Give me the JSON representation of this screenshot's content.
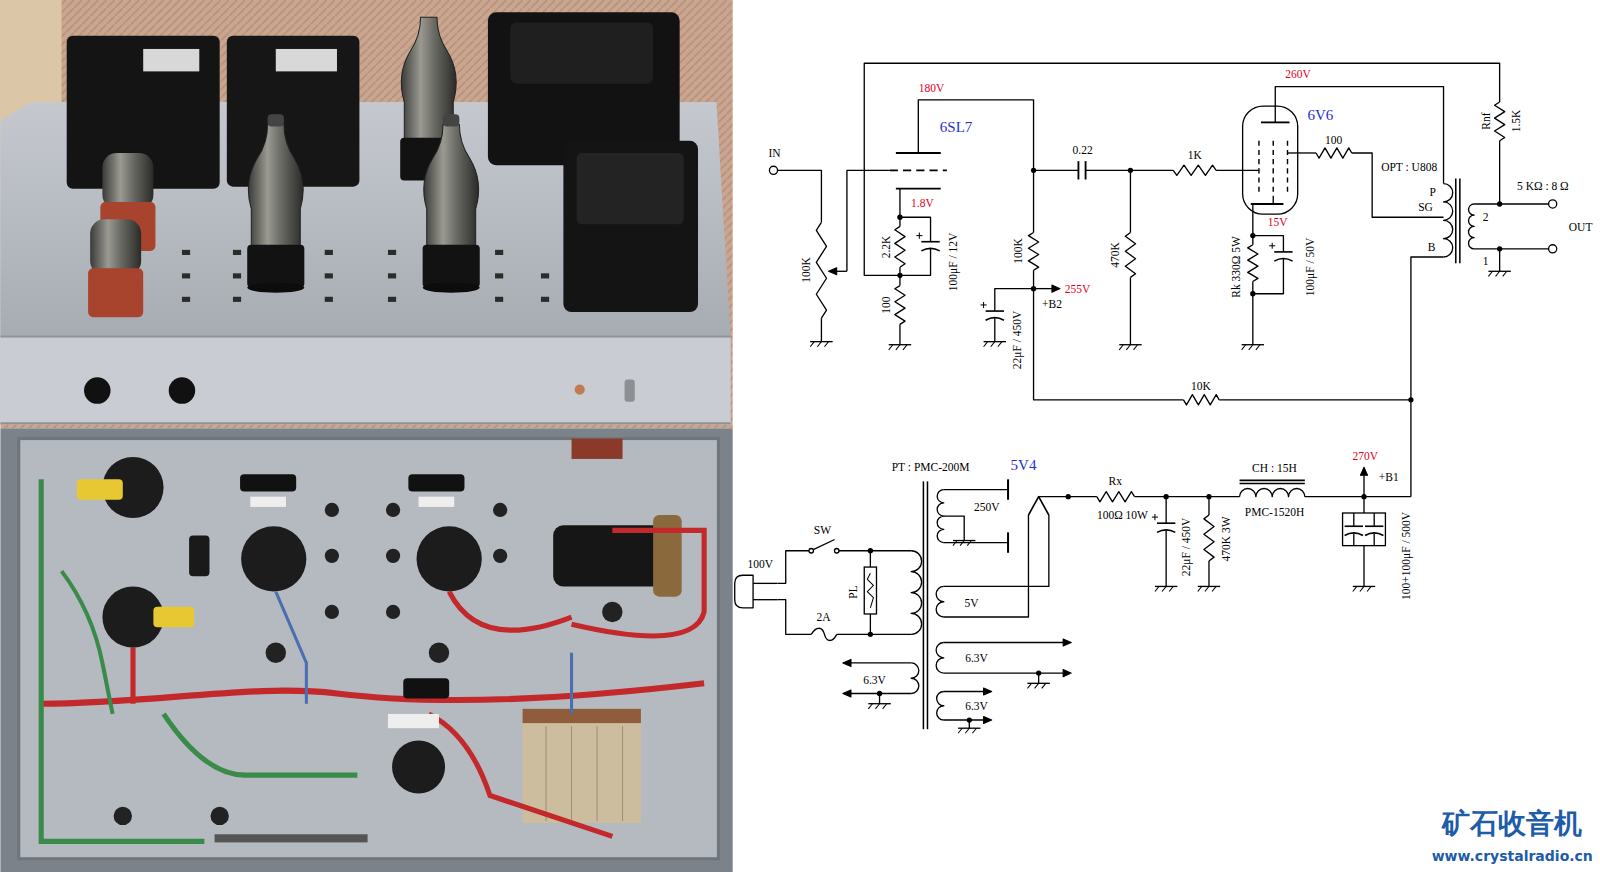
{
  "diagram": {
    "labels": [
      "IN",
      "100K",
      "6SL7",
      "180V",
      "1.8V",
      "2.2K",
      "100μF / 12V",
      "100",
      "0.22",
      "100K",
      "255V",
      "+B2",
      "22μF / 450V",
      "470K",
      "1K",
      "6V6",
      "260V",
      "15V",
      "Rk 330Ω 5W",
      "100μF / 50V",
      "100",
      "OPT : U808",
      "P",
      "SG",
      "B",
      "Rnf",
      "1.5K",
      "5 KΩ : 8 Ω",
      "2",
      "1",
      "OUT",
      "10K",
      "PT : PMC-200M",
      "5V4",
      "250V",
      "Rx",
      "100Ω 10W",
      "22μF / 450V",
      "470K 3W",
      "CH : 15H",
      "PMC-1520H",
      "270V",
      "+B1",
      "100+100μF / 500V",
      "SW",
      "100V",
      "PL",
      "2A",
      "5V",
      "6.3V",
      "6.3V",
      "6.3V",
      "矿石收音机",
      "www.crystalradio.cn"
    ]
  }
}
